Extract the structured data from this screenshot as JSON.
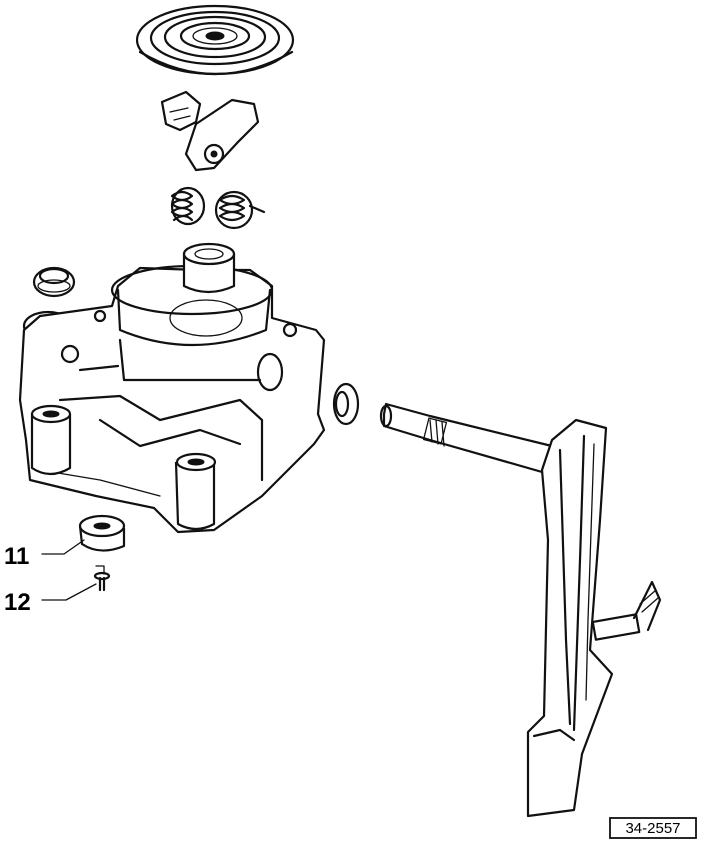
{
  "callouts": [
    {
      "id": "callout-11",
      "label": "11"
    },
    {
      "id": "callout-12",
      "label": "12"
    }
  ],
  "drawing_number": "34-2557",
  "colors": {
    "ink": "#111111",
    "paper": "#ffffff"
  }
}
